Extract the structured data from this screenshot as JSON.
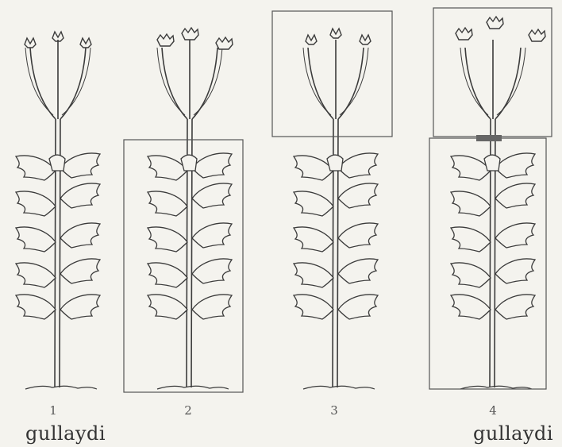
{
  "figure": {
    "panels": [
      {
        "number": "1",
        "caption": "gullaydi"
      },
      {
        "number": "2",
        "caption": ""
      },
      {
        "number": "3",
        "caption": ""
      },
      {
        "number": "4",
        "caption": "gullaydi"
      }
    ]
  }
}
